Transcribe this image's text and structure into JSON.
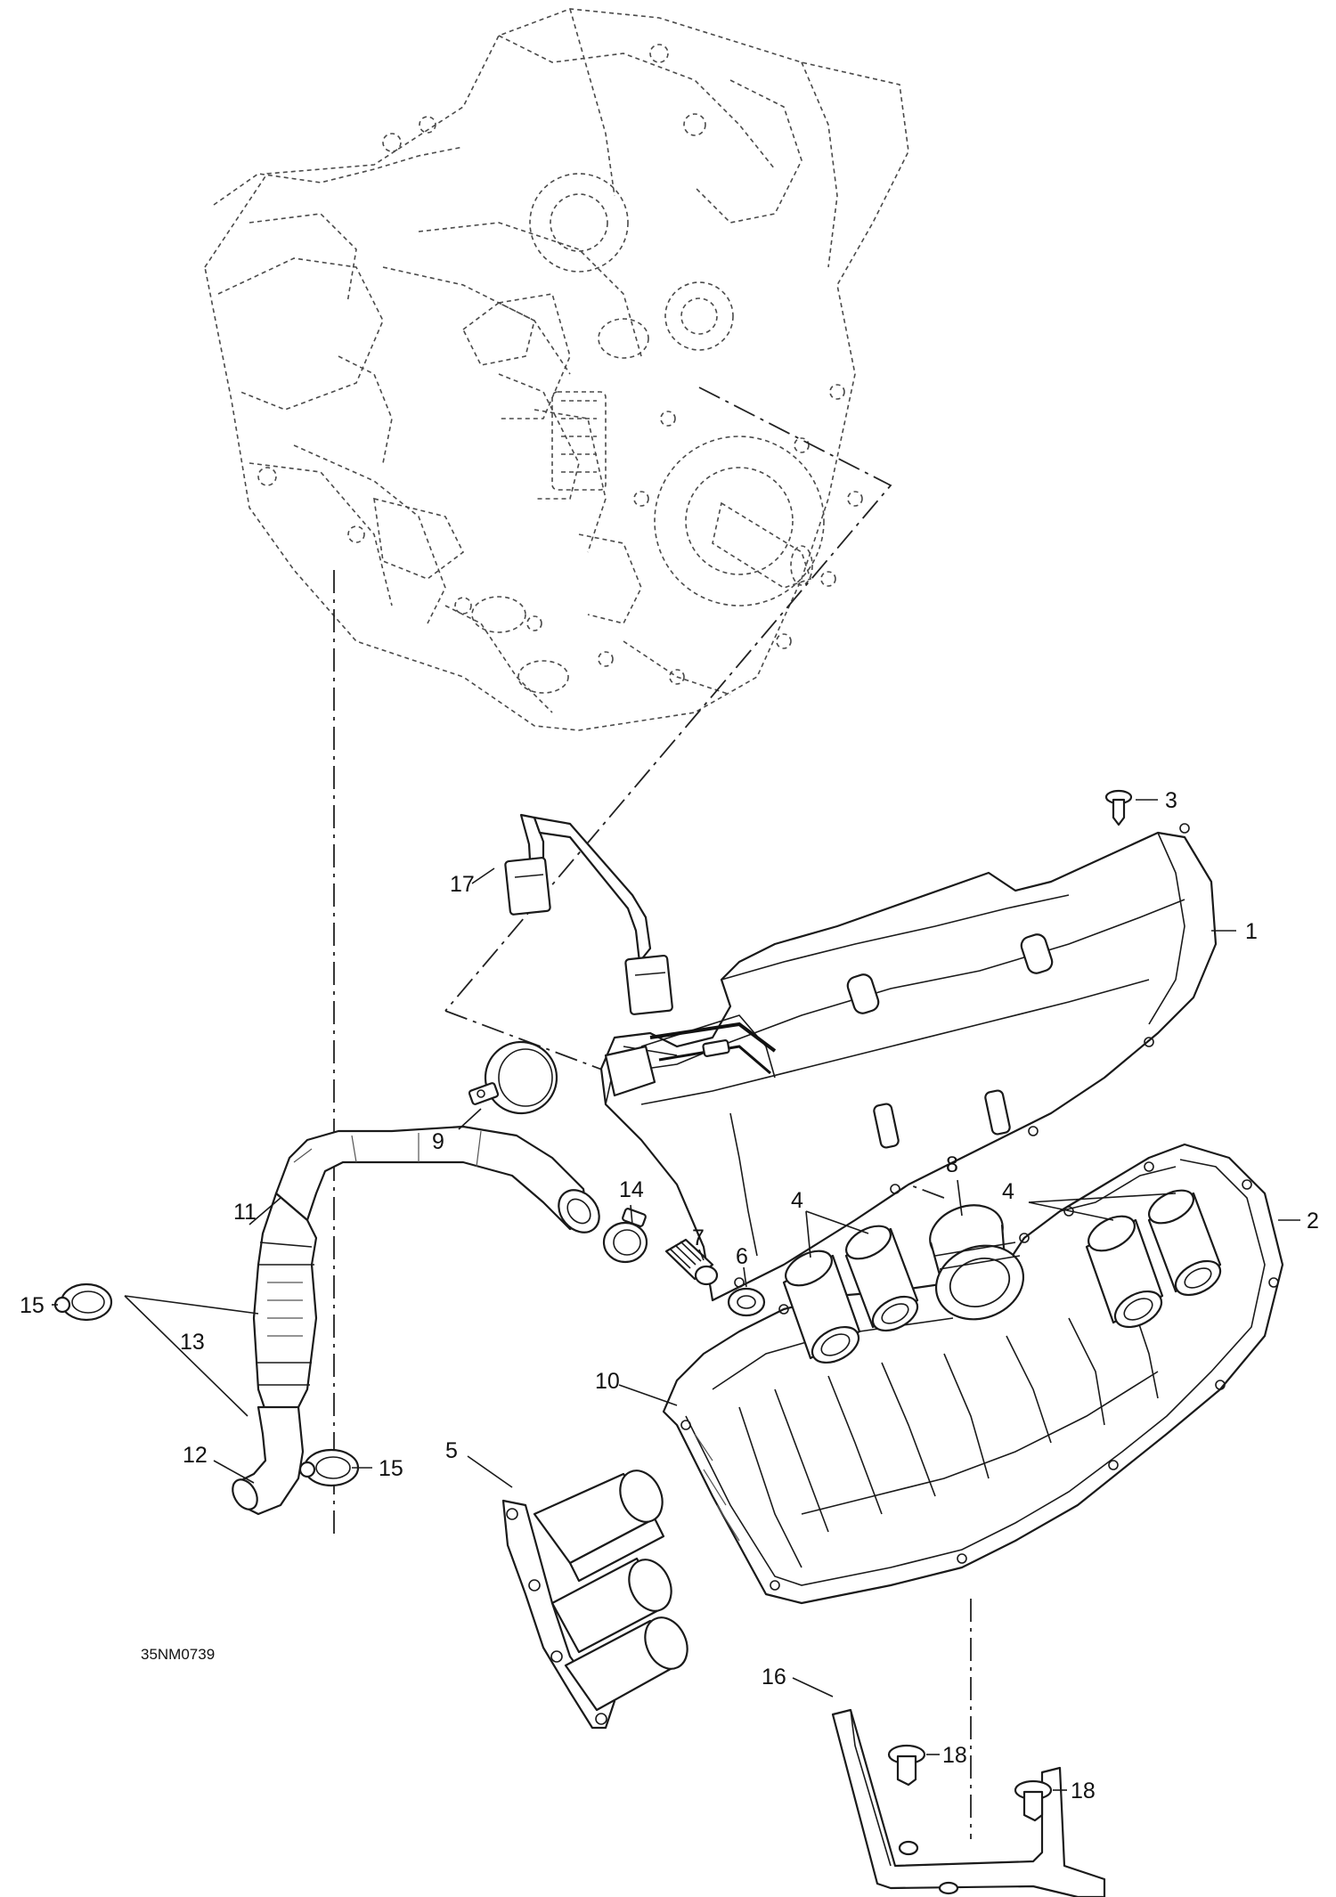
{
  "diagram": {
    "drawing_code": "35NM0739",
    "callouts": {
      "c1": "1",
      "c2": "2",
      "c3": "3",
      "c4a": "4",
      "c4b": "4",
      "c5": "5",
      "c6": "6",
      "c7": "7",
      "c8": "8",
      "c9": "9",
      "c10": "10",
      "c11": "11",
      "c12": "12",
      "c13": "13",
      "c14": "14",
      "c15a": "15",
      "c15b": "15",
      "c16": "16",
      "c17": "17",
      "c18a": "18",
      "c18b": "18"
    },
    "parts": [
      {
        "number": "1",
        "icon": "airbox-cover"
      },
      {
        "number": "2",
        "icon": "airbox-gasket"
      },
      {
        "number": "3",
        "icon": "screw"
      },
      {
        "number": "4",
        "icon": "sleeve"
      },
      {
        "number": "5",
        "icon": "air-filter"
      },
      {
        "number": "6",
        "icon": "grommet"
      },
      {
        "number": "7",
        "icon": "drain-valve"
      },
      {
        "number": "8",
        "icon": "rubber-adaptor"
      },
      {
        "number": "9",
        "icon": "hose-clamp"
      },
      {
        "number": "10",
        "icon": "airbox-base"
      },
      {
        "number": "11",
        "icon": "breather-hose"
      },
      {
        "number": "12",
        "icon": "elbow-hose"
      },
      {
        "number": "13",
        "icon": "oil-separator"
      },
      {
        "number": "14",
        "icon": "hose-clamp"
      },
      {
        "number": "15",
        "icon": "hose-clamp"
      },
      {
        "number": "16",
        "icon": "support-bracket"
      },
      {
        "number": "17",
        "icon": "retaining-strap"
      },
      {
        "number": "18",
        "icon": "rubber-bumper"
      }
    ],
    "colors": {
      "line": "#1a1a1a",
      "background": "#ffffff"
    }
  }
}
